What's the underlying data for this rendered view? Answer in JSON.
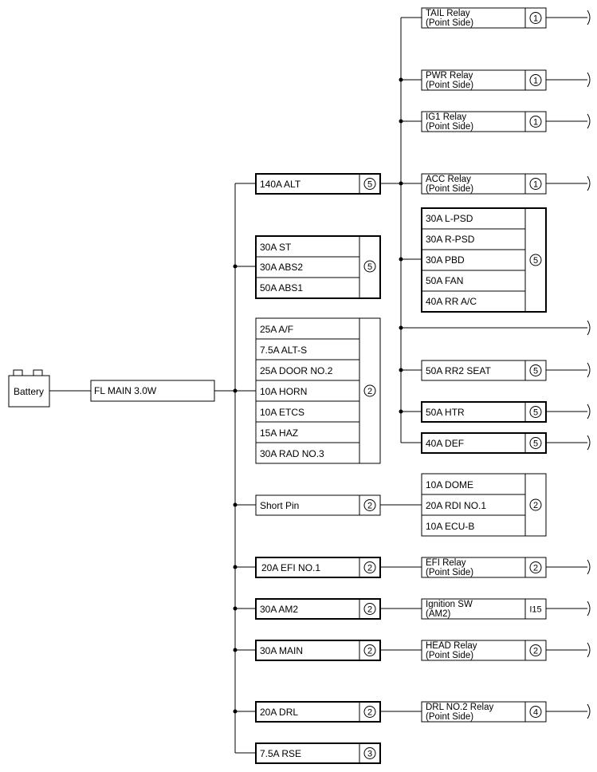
{
  "battery": {
    "label": "Battery"
  },
  "main_fuse": {
    "label": "FL MAIN 3.0W"
  },
  "alt_fuse": {
    "label": "140A ALT",
    "connector": "5"
  },
  "st_group": {
    "labels": [
      "30A ST",
      "30A ABS2",
      "50A ABS1"
    ],
    "connector": "5"
  },
  "af_group": {
    "labels": [
      "25A A/F",
      "7.5A ALT-S",
      "25A DOOR NO.2",
      "10A HORN",
      "10A ETCS",
      "15A HAZ",
      "30A RAD NO.3"
    ],
    "connector": "2"
  },
  "short_pin": {
    "label": "Short Pin",
    "connector": "2"
  },
  "efi": {
    "label": "20A EFI NO.1",
    "connector": "2"
  },
  "am2": {
    "label": "30A AM2",
    "connector": "2"
  },
  "main": {
    "label": "30A MAIN",
    "connector": "2"
  },
  "drl": {
    "label": "20A DRL",
    "connector": "2"
  },
  "rse": {
    "label": "7.5A RSE",
    "connector": "3"
  },
  "tail_relay": {
    "line1": "TAIL Relay",
    "line2": "(Point Side)",
    "connector": "1"
  },
  "pwr_relay": {
    "line1": "PWR Relay",
    "line2": "(Point Side)",
    "connector": "1"
  },
  "ig1_relay": {
    "line1": "IG1 Relay",
    "line2": "(Point Side)",
    "connector": "1"
  },
  "acc_relay": {
    "line1": "ACC Relay",
    "line2": "(Point Side)",
    "connector": "1"
  },
  "psd_group": {
    "labels": [
      "30A L-PSD",
      "30A R-PSD",
      "30A PBD",
      "50A FAN",
      "40A RR A/C"
    ],
    "connector": "5"
  },
  "rr2_seat": {
    "label": "50A RR2 SEAT",
    "connector": "5"
  },
  "htr": {
    "label": "50A HTR",
    "connector": "5"
  },
  "def": {
    "label": "40A DEF",
    "connector": "5"
  },
  "dome_group": {
    "labels": [
      "10A DOME",
      "20A RDI NO.1",
      "10A ECU-B"
    ],
    "connector": "2"
  },
  "efi_relay": {
    "line1": "EFI Relay",
    "line2": "(Point Side)",
    "connector": "2"
  },
  "ign_sw": {
    "line1": "Ignition SW",
    "line2": "(AM2)",
    "connector": "I15"
  },
  "head_relay": {
    "line1": "HEAD Relay",
    "line2": "(Point Side)",
    "connector": "2"
  },
  "drl_relay": {
    "line1": "DRL NO.2 Relay",
    "line2": "(Point Side)",
    "connector": "4"
  }
}
